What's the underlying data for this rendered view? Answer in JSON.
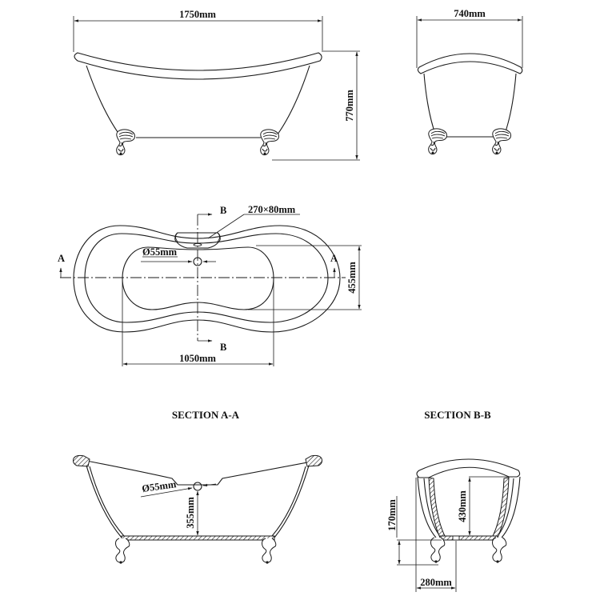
{
  "drawing": {
    "subject": "Double-ended slipper clawfoot bathtub technical drawing",
    "line_color": "#1a1a1a",
    "background": "#ffffff"
  },
  "front_view": {
    "width_label": "1750mm",
    "height_label": "770mm"
  },
  "side_view": {
    "width_label": "740mm"
  },
  "plan_view": {
    "section_a_marker_left": "A",
    "section_a_marker_right": "A",
    "section_b_marker_top": "B",
    "section_b_marker_bottom": "B",
    "overflow_label": "270×80mm",
    "waste_label": "Ø55mm",
    "basin_length_label": "1050mm",
    "basin_width_label": "455mm"
  },
  "section_aa": {
    "title": "SECTION A-A",
    "waste_label": "Ø55mm",
    "waste_height_label": "355mm"
  },
  "section_bb": {
    "title": "SECTION B-B",
    "depth_label": "430mm",
    "foot_height_label": "170mm",
    "foot_offset_label": "280mm"
  }
}
